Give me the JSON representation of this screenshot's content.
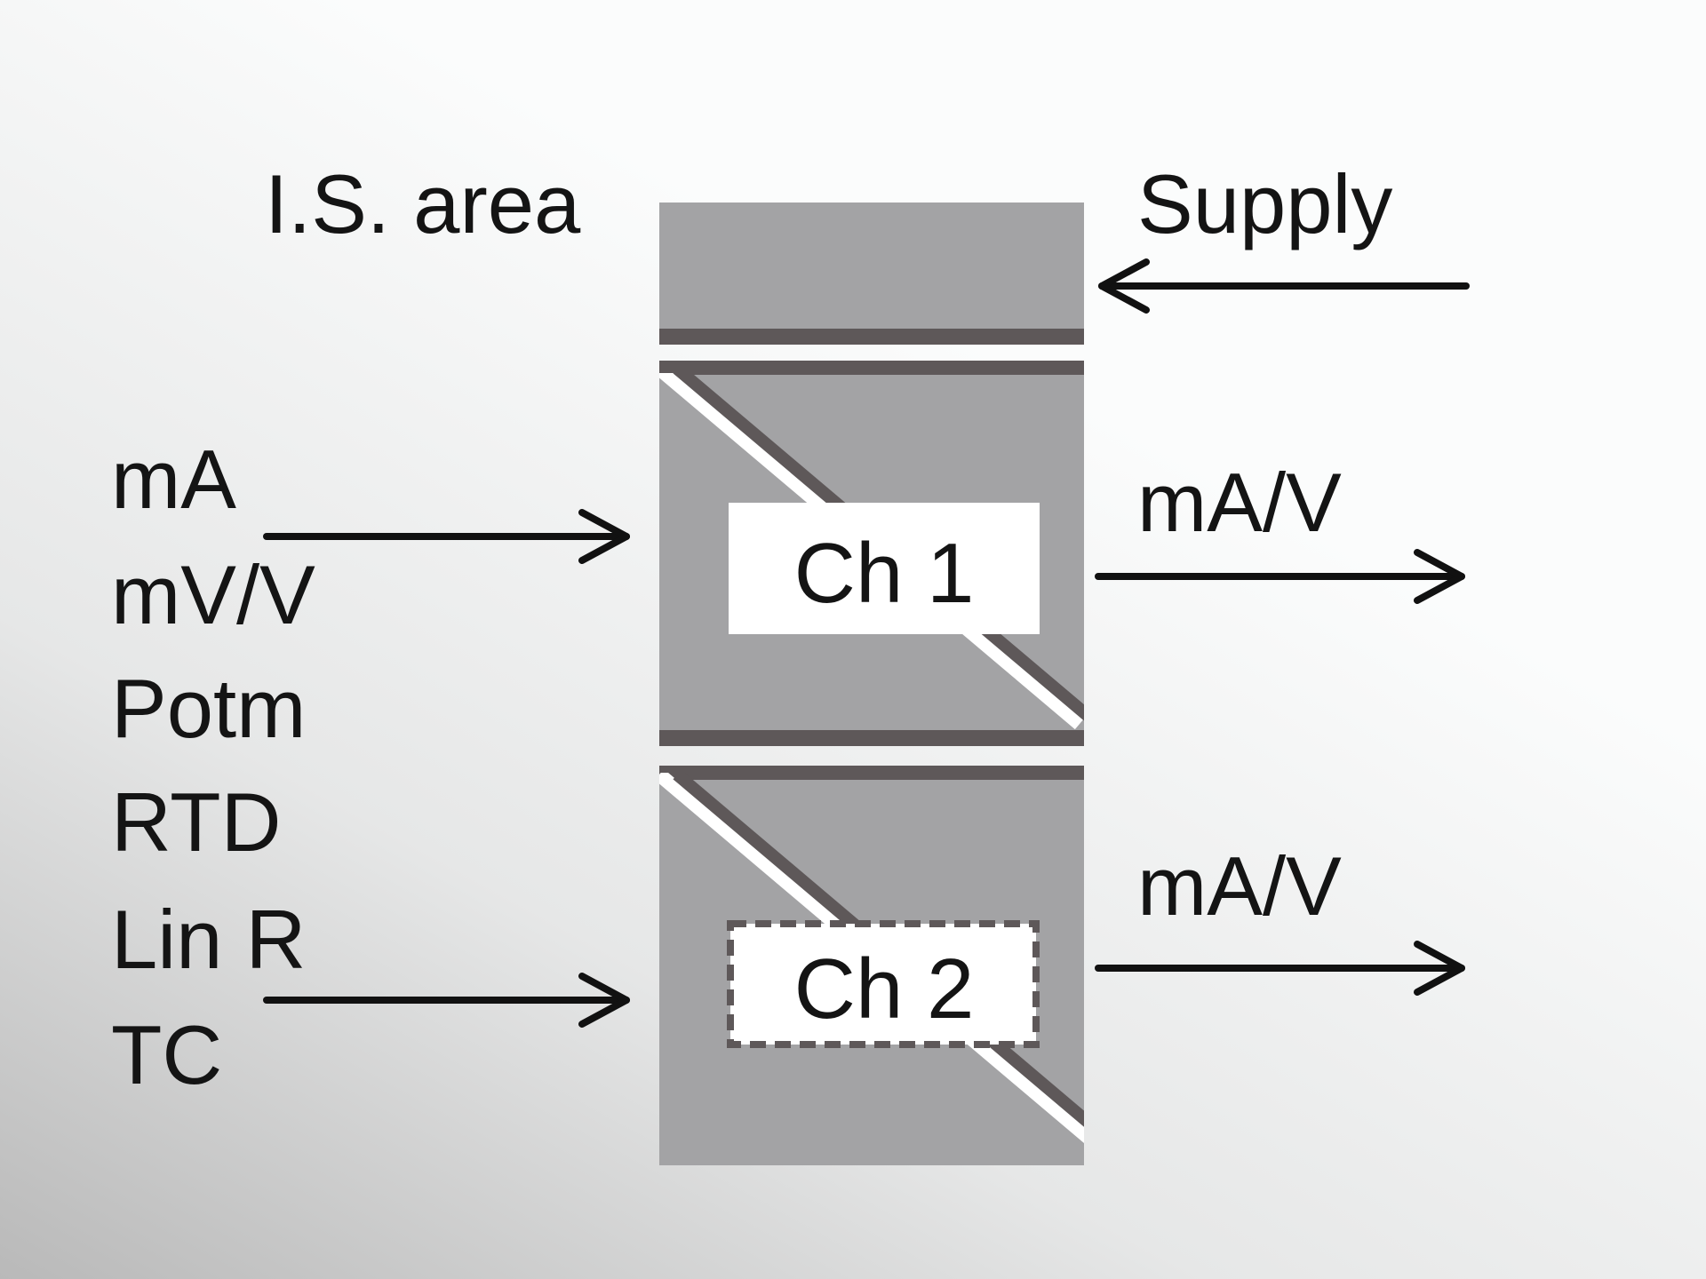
{
  "area_label": "I.S. area",
  "supply_label": "Supply",
  "inputs": [
    "mA",
    "mV/V",
    "Potm",
    "RTD",
    "Lin R",
    "TC"
  ],
  "channels": [
    {
      "label": "Ch 1",
      "output": "mA/V",
      "style": "solid"
    },
    {
      "label": "Ch 2",
      "output": "mA/V",
      "style": "dashed"
    }
  ],
  "colors": {
    "module_fill": "#a3a3a5",
    "module_edge": "#5e5859",
    "line": "#111111",
    "background_gradient_dark": "#c4c4c4",
    "background_light": "#fbfcfc"
  }
}
